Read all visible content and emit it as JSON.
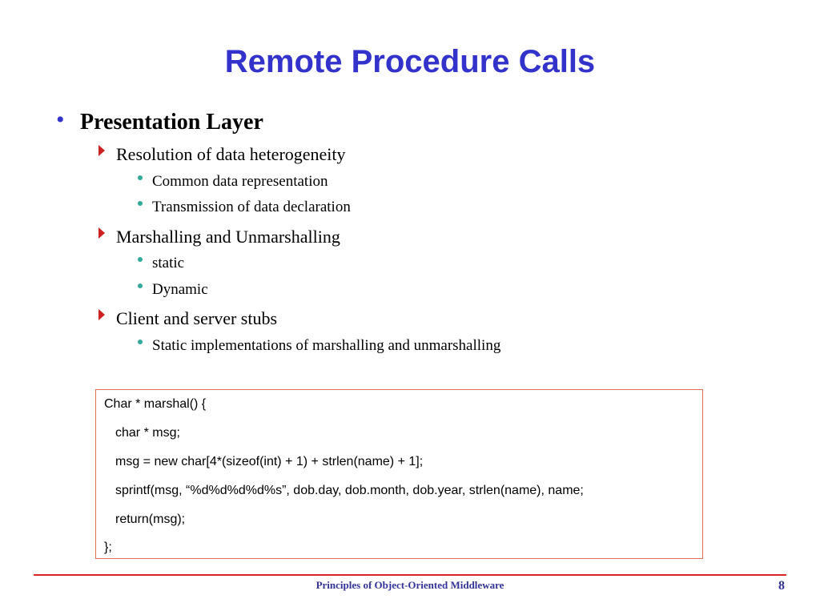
{
  "slide": {
    "title": "Remote Procedure Calls",
    "heading": "Presentation Layer",
    "sections": [
      {
        "label": "Resolution of data heterogeneity",
        "items": [
          "Common data representation",
          "Transmission of data declaration"
        ]
      },
      {
        "label": "Marshalling and Unmarshalling",
        "items": [
          "static",
          "Dynamic"
        ]
      },
      {
        "label": "Client and server stubs",
        "items": [
          "Static implementations of marshalling and unmarshalling"
        ]
      }
    ],
    "code": [
      "Char * marshal() {",
      "char * msg;",
      "msg = new char[4*(sizeof(int) + 1) + strlen(name) + 1];",
      "sprintf(msg, “%d%d%d%d%s”, dob.day, dob.month, dob.year, strlen(name), name;",
      "return(msg);",
      "};"
    ]
  },
  "footer": {
    "text": "Principles of Object-Oriented Middleware",
    "page_number": "8"
  },
  "colors": {
    "title": "#3333cc",
    "level2_marker": "#cc2222",
    "level3_marker": "#33aa99",
    "code_border": "#e07050",
    "footer_rule": "#dd2222",
    "footer_text": "#333399"
  }
}
